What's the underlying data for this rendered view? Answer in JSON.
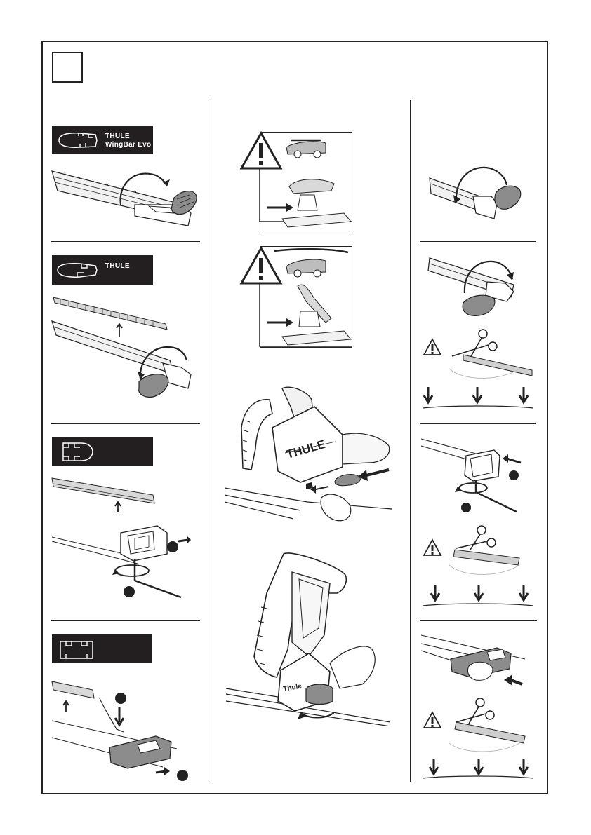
{
  "page": {
    "step_number": "",
    "colors": {
      "ink": "#231f20",
      "paper": "#ffffff",
      "pad_gray": "#8c8c8c",
      "strip_gray": "#d9d9d9"
    }
  },
  "left_column": {
    "badges": [
      {
        "icon": "wingbar-evo-profile-icon",
        "brand": "THULE",
        "model": "WingBar Evo"
      },
      {
        "icon": "wingbar-profile-icon",
        "brand": "THULE",
        "model": ""
      },
      {
        "icon": "squarebar-profile-icon",
        "brand": "",
        "model": ""
      },
      {
        "icon": "probar-profile-icon",
        "brand": "",
        "model": ""
      }
    ],
    "callout_numbers": [
      "",
      "",
      "",
      ""
    ]
  },
  "center_column": {
    "warnings": [
      {
        "icon": "warning-triangle-icon",
        "scene": "car-with-board-on-roof"
      },
      {
        "icon": "warning-triangle-icon",
        "scene": "car-with-board-on-roof-tilted"
      }
    ],
    "product_logo": "THULE",
    "product_logo_small": "Thule"
  },
  "right_column": {
    "warnings": [
      {
        "icon": "warning-triangle-icon",
        "tool": "scissors-icon"
      },
      {
        "icon": "warning-triangle-icon",
        "tool": "scissors-icon"
      },
      {
        "icon": "warning-triangle-icon",
        "tool": "scissors-icon"
      }
    ]
  }
}
